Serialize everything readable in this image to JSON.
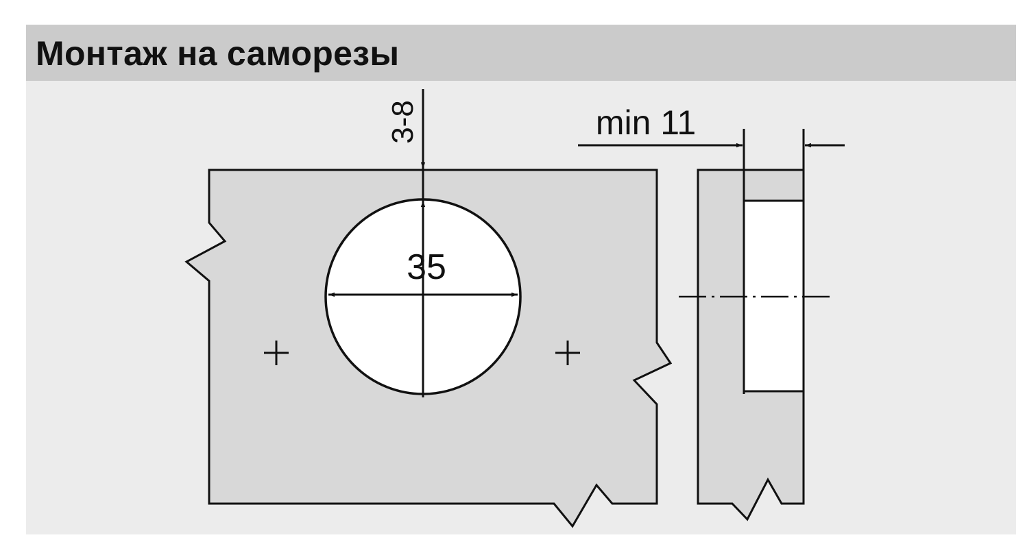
{
  "header": {
    "title": "Монтаж на саморезы"
  },
  "dimensions": {
    "edge_distance": "3-8",
    "bore_diameter": "35",
    "min_depth": "min 11"
  },
  "colors": {
    "background": "#ececec",
    "header": "#cbcbcb",
    "panel": "#d8d8d8",
    "line": "#111111",
    "cutout": "#ffffff"
  }
}
